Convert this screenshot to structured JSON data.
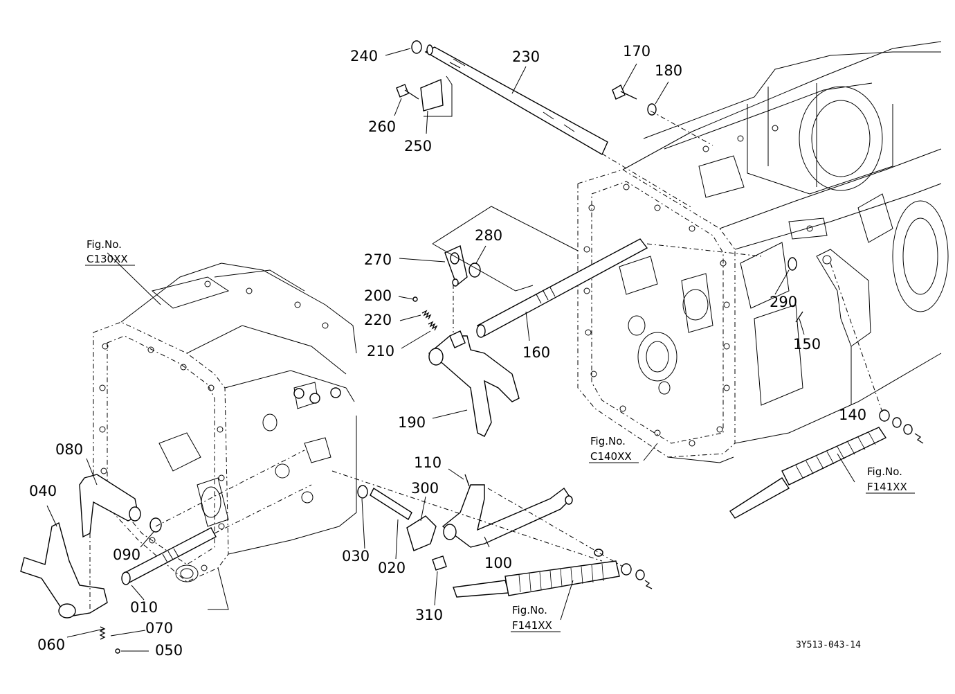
{
  "drawing_id": "3Y513-043-14",
  "fig_refs": {
    "c130": {
      "title": "Fig.No.",
      "code": "C130XX"
    },
    "c140": {
      "title": "Fig.No.",
      "code": "C140XX"
    },
    "f141_right": {
      "title": "Fig.No.",
      "code": "F141XX"
    },
    "f141_bottom": {
      "title": "Fig.No.",
      "code": "F141XX"
    }
  },
  "parts": {
    "p010": "010",
    "p020": "020",
    "p030": "030",
    "p040": "040",
    "p050": "050",
    "p060": "060",
    "p070": "070",
    "p080": "080",
    "p090": "090",
    "p100": "100",
    "p110": "110",
    "p140": "140",
    "p150": "150",
    "p160": "160",
    "p170": "170",
    "p180": "180",
    "p190": "190",
    "p200": "200",
    "p210": "210",
    "p220": "220",
    "p230": "230",
    "p240": "240",
    "p250": "250",
    "p260": "260",
    "p270": "270",
    "p280": "280",
    "p290": "290",
    "p300": "300",
    "p310": "310"
  }
}
